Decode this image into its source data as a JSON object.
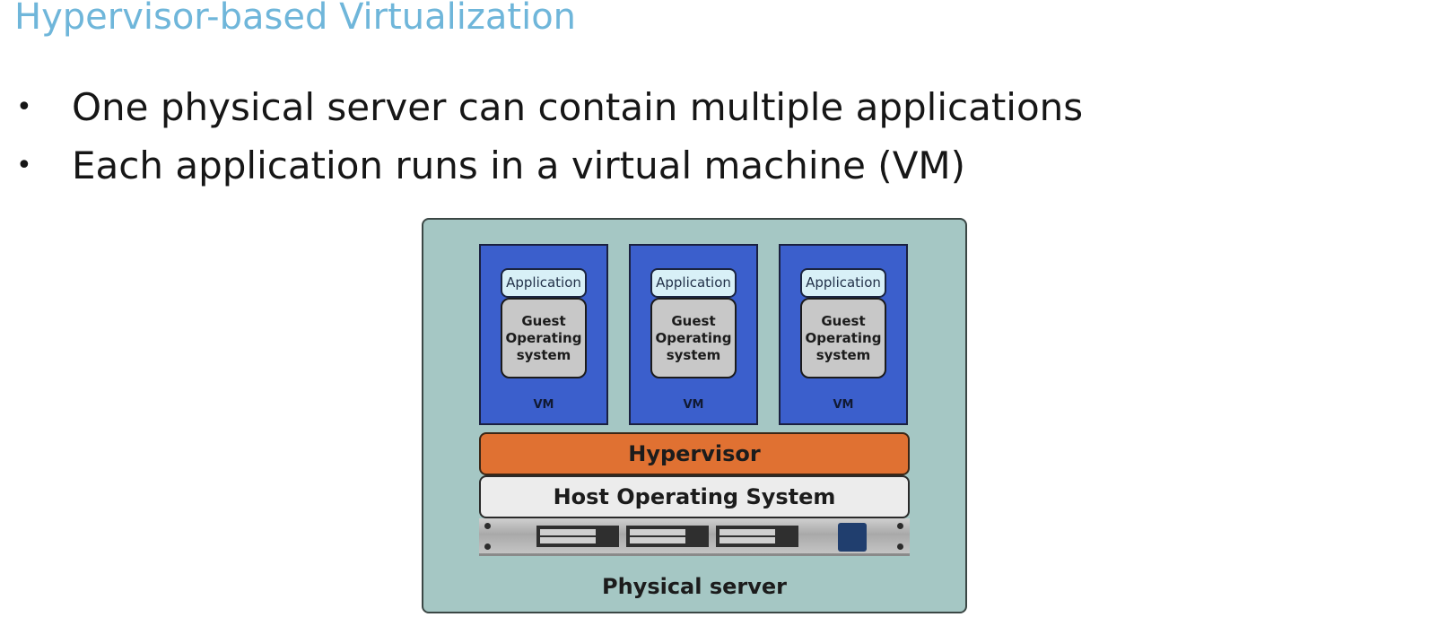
{
  "title": "Hypervisor-based Virtualization",
  "bullets": [
    "One physical server can contain multiple applications",
    "Each application runs in a virtual machine (VM)"
  ],
  "diagram": {
    "vms": [
      {
        "application": "Application",
        "guest_os": "Guest\nOperating\nsystem",
        "label": "VM"
      },
      {
        "application": "Application",
        "guest_os": "Guest\nOperating\nsystem",
        "label": "VM"
      },
      {
        "application": "Application",
        "guest_os": "Guest\nOperating\nsystem",
        "label": "VM"
      }
    ],
    "hypervisor": "Hypervisor",
    "host_os": "Host Operating System",
    "server_label": "Physical server",
    "colors": {
      "title": "#6fb6da",
      "server_bg": "#a5c7c4",
      "vm_bg": "#3b5fcc",
      "application_bg": "#d8f0f7",
      "guest_os_bg": "#c8c8c8",
      "hypervisor_bg": "#e07132",
      "host_os_bg": "#ececec"
    }
  }
}
